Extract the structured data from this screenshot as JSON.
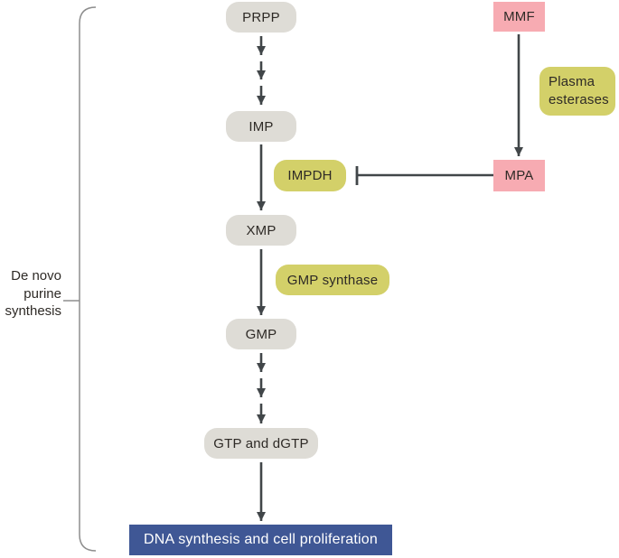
{
  "pathway_label": "De novo purine synthesis",
  "nodes": {
    "prpp": "PRPP",
    "imp": "IMP",
    "xmp": "XMP",
    "gmp": "GMP",
    "gtp": "GTP and dGTP",
    "outcome": "DNA synthesis and cell proliferation",
    "impdh": "IMPDH",
    "gmp_synthase": "GMP synthase",
    "plasma_esterases": "Plasma esterases",
    "mmf": "MMF",
    "mpa": "MPA"
  },
  "relations": {
    "mpa_impdh": "inhibits",
    "main_chain": "PRPP -> IMP -> XMP -> GMP -> GTP and dGTP -> DNA synthesis and cell proliferation",
    "drug_chain": "MMF -> (Plasma esterases) -> MPA"
  },
  "colors": {
    "metabolite_bg": "#dedcd6",
    "enzyme_bg": "#d3d069",
    "drug_bg": "#f7abb2",
    "outcome_bg": "#3f5795",
    "outcome_text": "#ffffff",
    "arrow": "#414649",
    "bracket": "#8d8d8d",
    "text": "#2e2a26"
  }
}
